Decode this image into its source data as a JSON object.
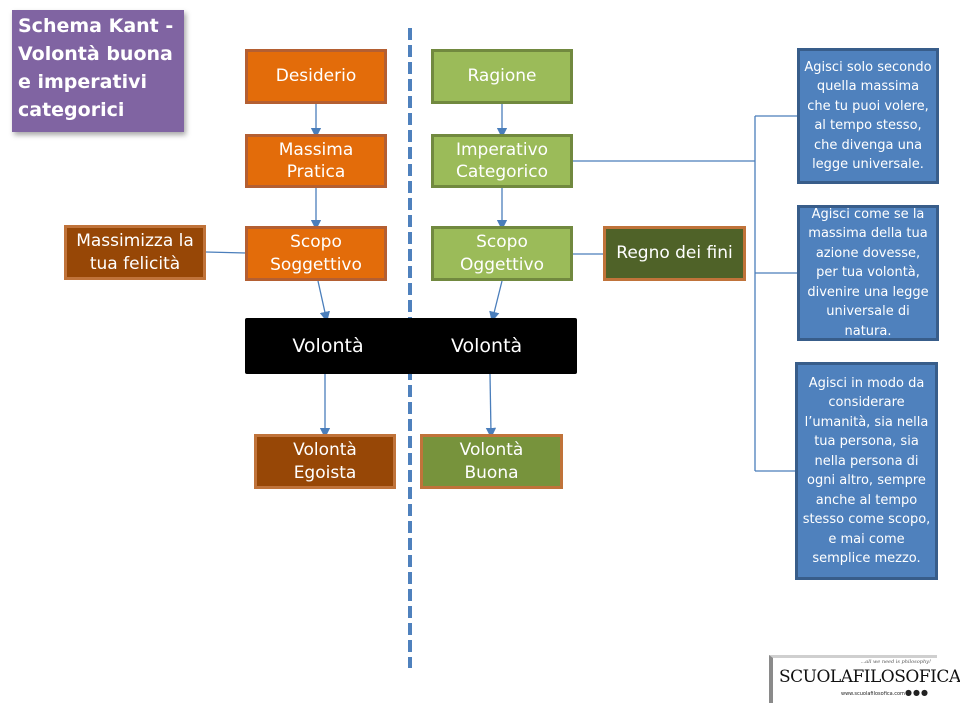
{
  "title": "Schema Kant - Volontà buona e imperativi categorici",
  "left_column": {
    "desiderio": "Desiderio",
    "massima_pratica": "Massima Pratica",
    "scopo_soggettivo": "Scopo Soggettivo",
    "massimizza": "Massimizza la tua felicità",
    "volonta": "Volontà",
    "volonta_egoista": "Volontà Egoista"
  },
  "right_column": {
    "ragione": "Ragione",
    "imperativo_categorico": "Imperativo Categorico",
    "scopo_oggettivo": "Scopo Oggettivo",
    "regno_dei_fini": "Regno dei fini",
    "volonta": "Volontà",
    "volonta_buona": "Volontà Buona"
  },
  "formulations": [
    "Agisci solo secondo quella massima che tu puoi volere, al tempo stesso, che divenga una legge universale.",
    "Agisci come se la massima della tua azione dovesse, per tua volontà, divenire una legge universale di natura.",
    "Agisci in modo da considerare l’umanità, sia nella tua persona, sia nella persona di ogni altro, sempre anche al tempo stesso come scopo, e mai come semplice mezzo."
  ],
  "logo": {
    "name": "SCUOLAFILOSOFICA",
    "tagline": "...all we need is philosophy!",
    "url": "www.scuolafilosofica.com",
    "social_icons": [
      "twitter-icon",
      "facebook-icon",
      "instagram-icon"
    ]
  },
  "colors": {
    "orange": "#e36c0a",
    "brown": "#974706",
    "green": "#9bbb59",
    "dark_green": "#4f6228",
    "olive": "#77933c",
    "blue": "#4f81bd",
    "purple": "#8064a2",
    "connector": "#4a7ebb"
  }
}
